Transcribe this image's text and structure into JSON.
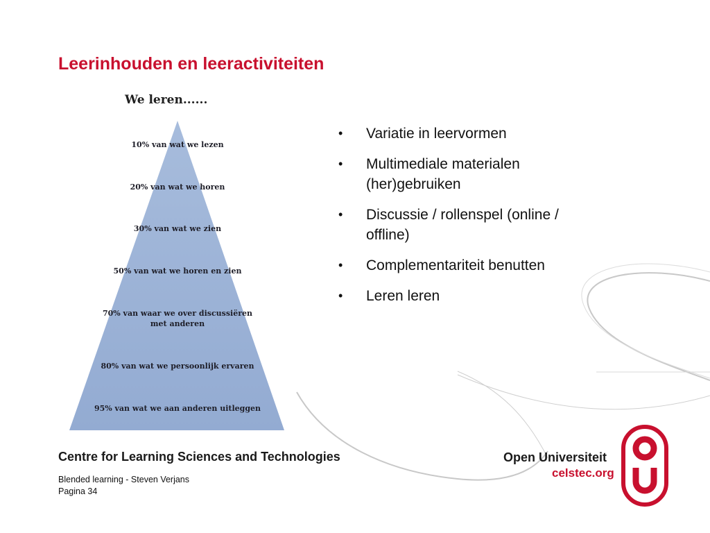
{
  "slide": {
    "title": "Leerinhouden en leeractiviteiten"
  },
  "pyramid": {
    "heading": "We leren......",
    "levels": [
      {
        "lines": [
          "10% van wat we lezen"
        ]
      },
      {
        "lines": [
          "20% van wat we horen"
        ]
      },
      {
        "lines": [
          "30% van wat we zien"
        ]
      },
      {
        "lines": [
          "50% van wat we horen en zien"
        ]
      },
      {
        "lines": [
          "70% van waar we over discussiëren",
          "met anderen"
        ]
      },
      {
        "lines": [
          "80% van wat we persoonlijk ervaren"
        ]
      },
      {
        "lines": [
          "95% van wat we aan anderen uitleggen"
        ]
      }
    ],
    "fill_color": "#9db3d6"
  },
  "bullets": [
    {
      "marker": "•",
      "text": "Variatie in leervormen"
    },
    {
      "marker": "•",
      "text": "Multimediale materialen (her)gebruiken"
    },
    {
      "marker": "•",
      "text": "Discussie / rollenspel (online / offline)"
    },
    {
      "marker": "•",
      "text": "Complementariteit benutten"
    },
    {
      "marker": "•",
      "text": "Leren leren"
    }
  ],
  "branding": {
    "centre_name": "Centre for Learning Sciences and Technologies",
    "university_name": "Open Universiteit",
    "website": "celstec.org",
    "logo_icon": "open-universiteit-logo-icon",
    "accent_color": "#c8102e"
  },
  "footer": {
    "presentation": "Blended learning - Steven Verjans",
    "page": "Pagina 34"
  }
}
